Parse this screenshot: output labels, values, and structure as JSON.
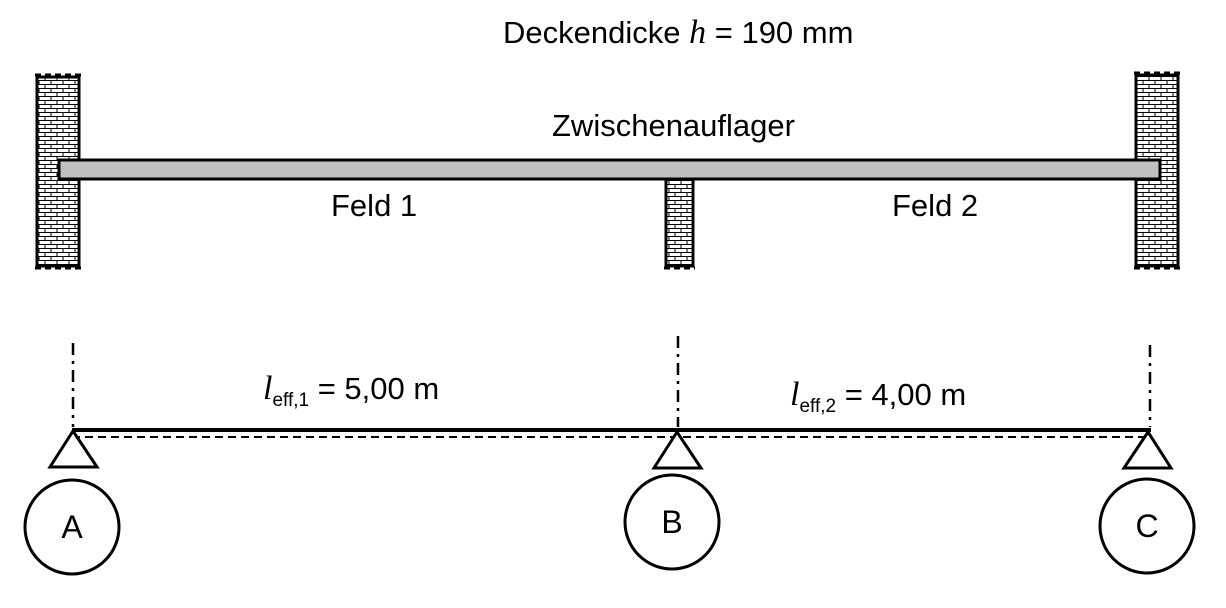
{
  "header": {
    "prefix": "Deckendicke",
    "symbol": "h",
    "suffix": "= 190 mm"
  },
  "labels": {
    "intermediate_support": "Zwischenauflager",
    "field_1": "Feld 1",
    "field_2": "Feld 2"
  },
  "spans": [
    {
      "symbol": "l",
      "subscript": "eff,1",
      "value_text": "= 5,00 m"
    },
    {
      "symbol": "l",
      "subscript": "eff,2",
      "value_text": "= 4,00 m"
    }
  ],
  "supports": [
    "A",
    "B",
    "C"
  ],
  "colors": {
    "slab_fill": "#c0c0c0",
    "line": "#000000",
    "background": "#ffffff"
  }
}
